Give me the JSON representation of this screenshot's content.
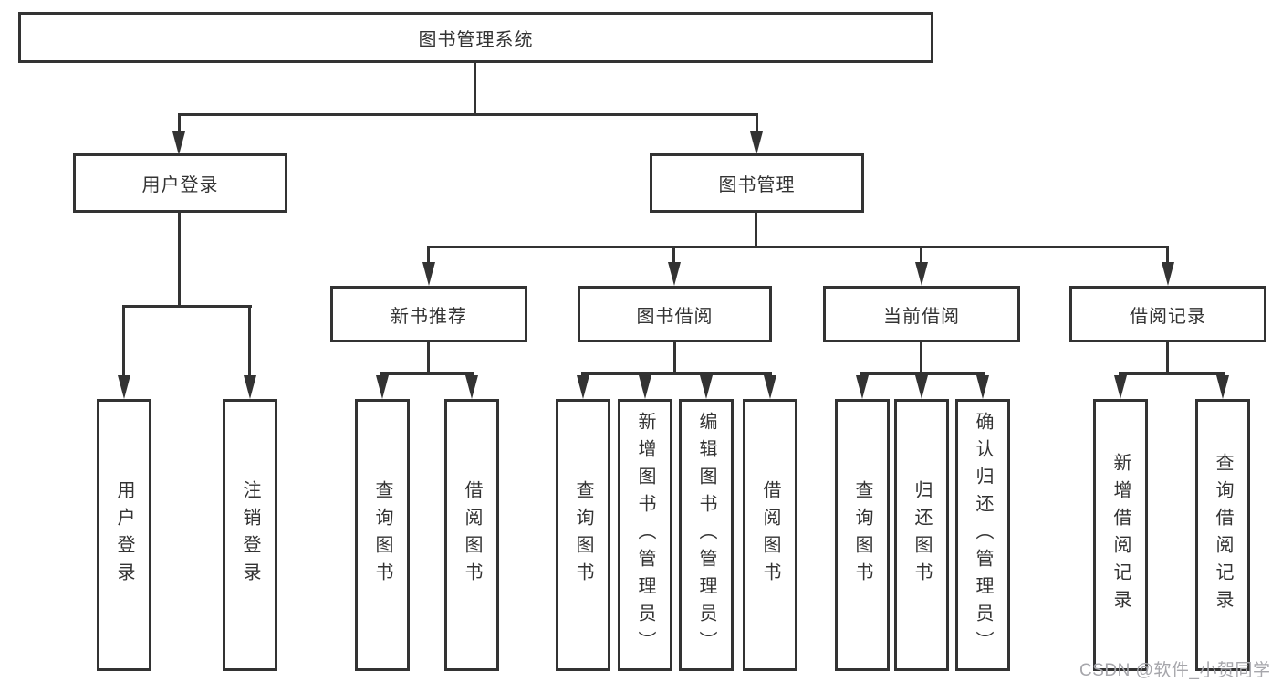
{
  "diagram": {
    "root": {
      "label": "图书管理系统"
    },
    "level2": [
      {
        "id": "user-login",
        "label": "用户登录"
      },
      {
        "id": "book-management",
        "label": "图书管理"
      }
    ],
    "level3": [
      {
        "id": "new-book-recommend",
        "label": "新书推荐"
      },
      {
        "id": "book-borrow",
        "label": "图书借阅"
      },
      {
        "id": "current-borrow",
        "label": "当前借阅"
      },
      {
        "id": "borrow-records",
        "label": "借阅记录"
      }
    ],
    "leaves": [
      {
        "group": "user-login",
        "label": "用户登录"
      },
      {
        "group": "user-login",
        "label": "注销登录"
      },
      {
        "group": "new-book-recommend",
        "label": "查询图书"
      },
      {
        "group": "new-book-recommend",
        "label": "借阅图书"
      },
      {
        "group": "book-borrow",
        "label": "查询图书"
      },
      {
        "group": "book-borrow",
        "label": "新增图书（管理员）"
      },
      {
        "group": "book-borrow",
        "label": "编辑图书（管理员）"
      },
      {
        "group": "book-borrow",
        "label": "借阅图书"
      },
      {
        "group": "current-borrow",
        "label": "查询图书"
      },
      {
        "group": "current-borrow",
        "label": "归还图书"
      },
      {
        "group": "current-borrow",
        "label": "确认归还（管理员）"
      },
      {
        "group": "borrow-records",
        "label": "新增借阅记录"
      },
      {
        "group": "borrow-records",
        "label": "查询借阅记录"
      }
    ]
  },
  "watermark": {
    "text": "CSDN @软件_小贺同学"
  },
  "colors": {
    "line": "#333333",
    "text": "#333333",
    "watermark": "#a6a6ab",
    "background": "#ffffff"
  }
}
